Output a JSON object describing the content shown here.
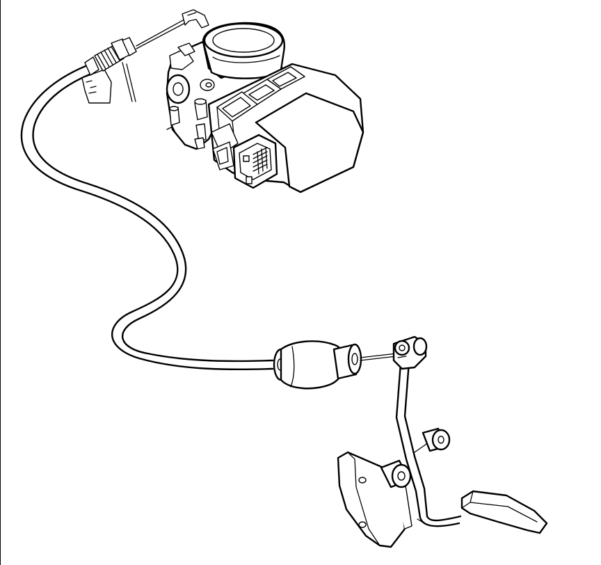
{
  "diagram": {
    "parts": [
      {
        "name": "throttle-body",
        "icon": "throttle-body-icon"
      },
      {
        "name": "accelerator-cable",
        "icon": "cable-icon"
      },
      {
        "name": "cable-bulkhead-grommet",
        "icon": "grommet-icon"
      },
      {
        "name": "accelerator-pedal-assembly",
        "icon": "pedal-icon"
      }
    ],
    "colors": {
      "line": "#000000",
      "background": "#ffffff"
    }
  }
}
